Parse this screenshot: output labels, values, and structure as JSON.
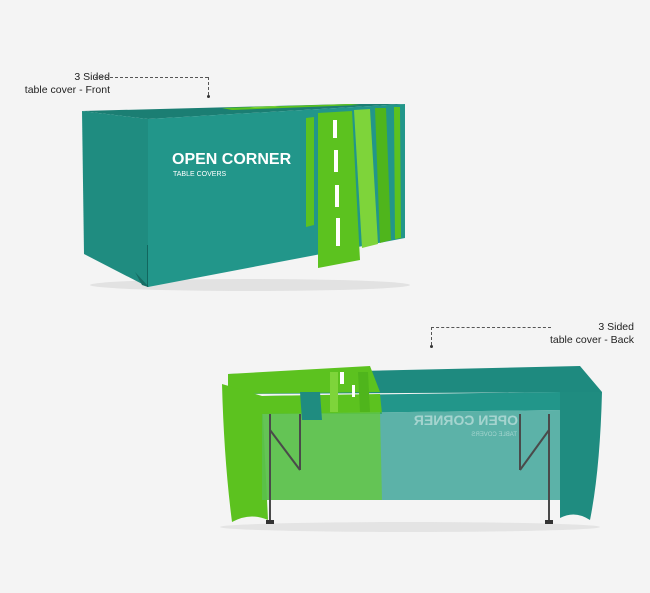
{
  "labels": {
    "front_line1": "3 Sided",
    "front_line2": "table cover - Front",
    "back_line1": "3 Sided",
    "back_line2": "table cover - Back"
  },
  "brand": {
    "title": "OPEN CORNER",
    "subtitle": "TABLE COVERS"
  },
  "colors": {
    "teal": "#1f8c80",
    "teal_dark": "#17766c",
    "green": "#5cc21f",
    "green_light": "#7ed43a",
    "background": "#f4f4f4"
  }
}
